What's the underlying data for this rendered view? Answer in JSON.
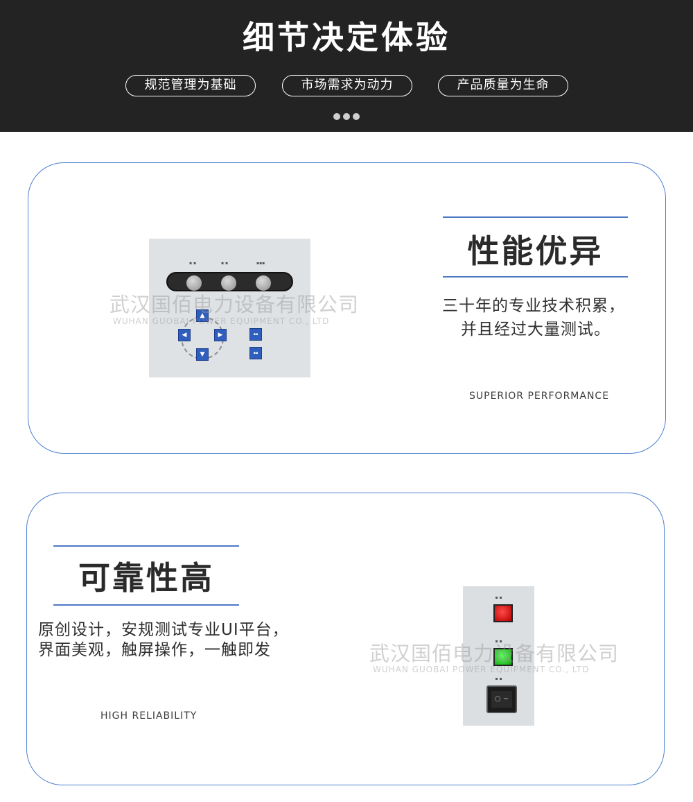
{
  "header": {
    "title": "细节决定体验",
    "pills": [
      "规范管理为基础",
      "市场需求为动力",
      "产品质量为生命"
    ]
  },
  "card1": {
    "title": "性能优异",
    "desc_lines": [
      "三十年的专业技术积累，",
      "并且经过大量测试。"
    ],
    "subtitle_en": "SUPERIOR PERFORMANCE"
  },
  "card2": {
    "title": "可靠性高",
    "desc_lines": [
      "原创设计，安规测试专业UI平台，",
      "界面美观，触屏操作，一触即发"
    ],
    "subtitle_en": "HIGH RELIABILITY"
  },
  "watermark": {
    "cn": "武汉国佰电力设备有限公司",
    "en": "WUHAN GUOBAI POWER EQUIPMENT CO., LTD"
  },
  "colors": {
    "header_bg": "#232323",
    "card_border": "#4d7fd0",
    "button_blue": "#2f5ebd",
    "indicator_red": "#e01010",
    "indicator_green": "#18c018"
  },
  "icons": {
    "up": "up-arrow-icon",
    "down": "down-arrow-icon",
    "left": "left-arrow-icon",
    "right": "right-arrow-icon"
  }
}
